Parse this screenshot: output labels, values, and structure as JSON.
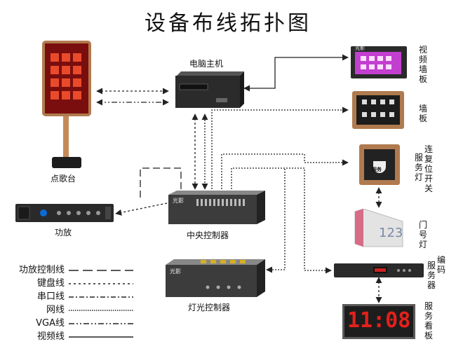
{
  "title": "设备布线拓扑图",
  "devices": {
    "kiosk": "点歌台",
    "pc": "电脑主机",
    "amp": "功放",
    "central": "中央控制器",
    "light": "灯光控制器",
    "video_panel": "视频墙板",
    "wall_panel": "墙板",
    "service_light": [
      "连复位",
      "服务灯",
      "开关"
    ],
    "door_light": "门号灯",
    "encoder": [
      "编码",
      "服务器"
    ],
    "board": "服务看板"
  },
  "screens": {
    "central_brand": "光影",
    "light_brand": "光影",
    "video_brand": "光影",
    "door_number": "123",
    "clock": "11:08",
    "service_badge": "服务"
  },
  "legend": [
    {
      "label": "功放控制线",
      "style": "long-dash"
    },
    {
      "label": "键盘线",
      "style": "dot"
    },
    {
      "label": "串口线",
      "style": "dash-dot"
    },
    {
      "label": "网线",
      "style": "fine-dot"
    },
    {
      "label": "VGA线",
      "style": "dash-dot-dot"
    },
    {
      "label": "视频线",
      "style": "solid"
    }
  ],
  "colors": {
    "wire": "#222222",
    "device_dark": "#3a3a3a",
    "bronze": "#b07a4f",
    "video_screen": "#c23fcf",
    "clock_red": "#e3201b"
  }
}
